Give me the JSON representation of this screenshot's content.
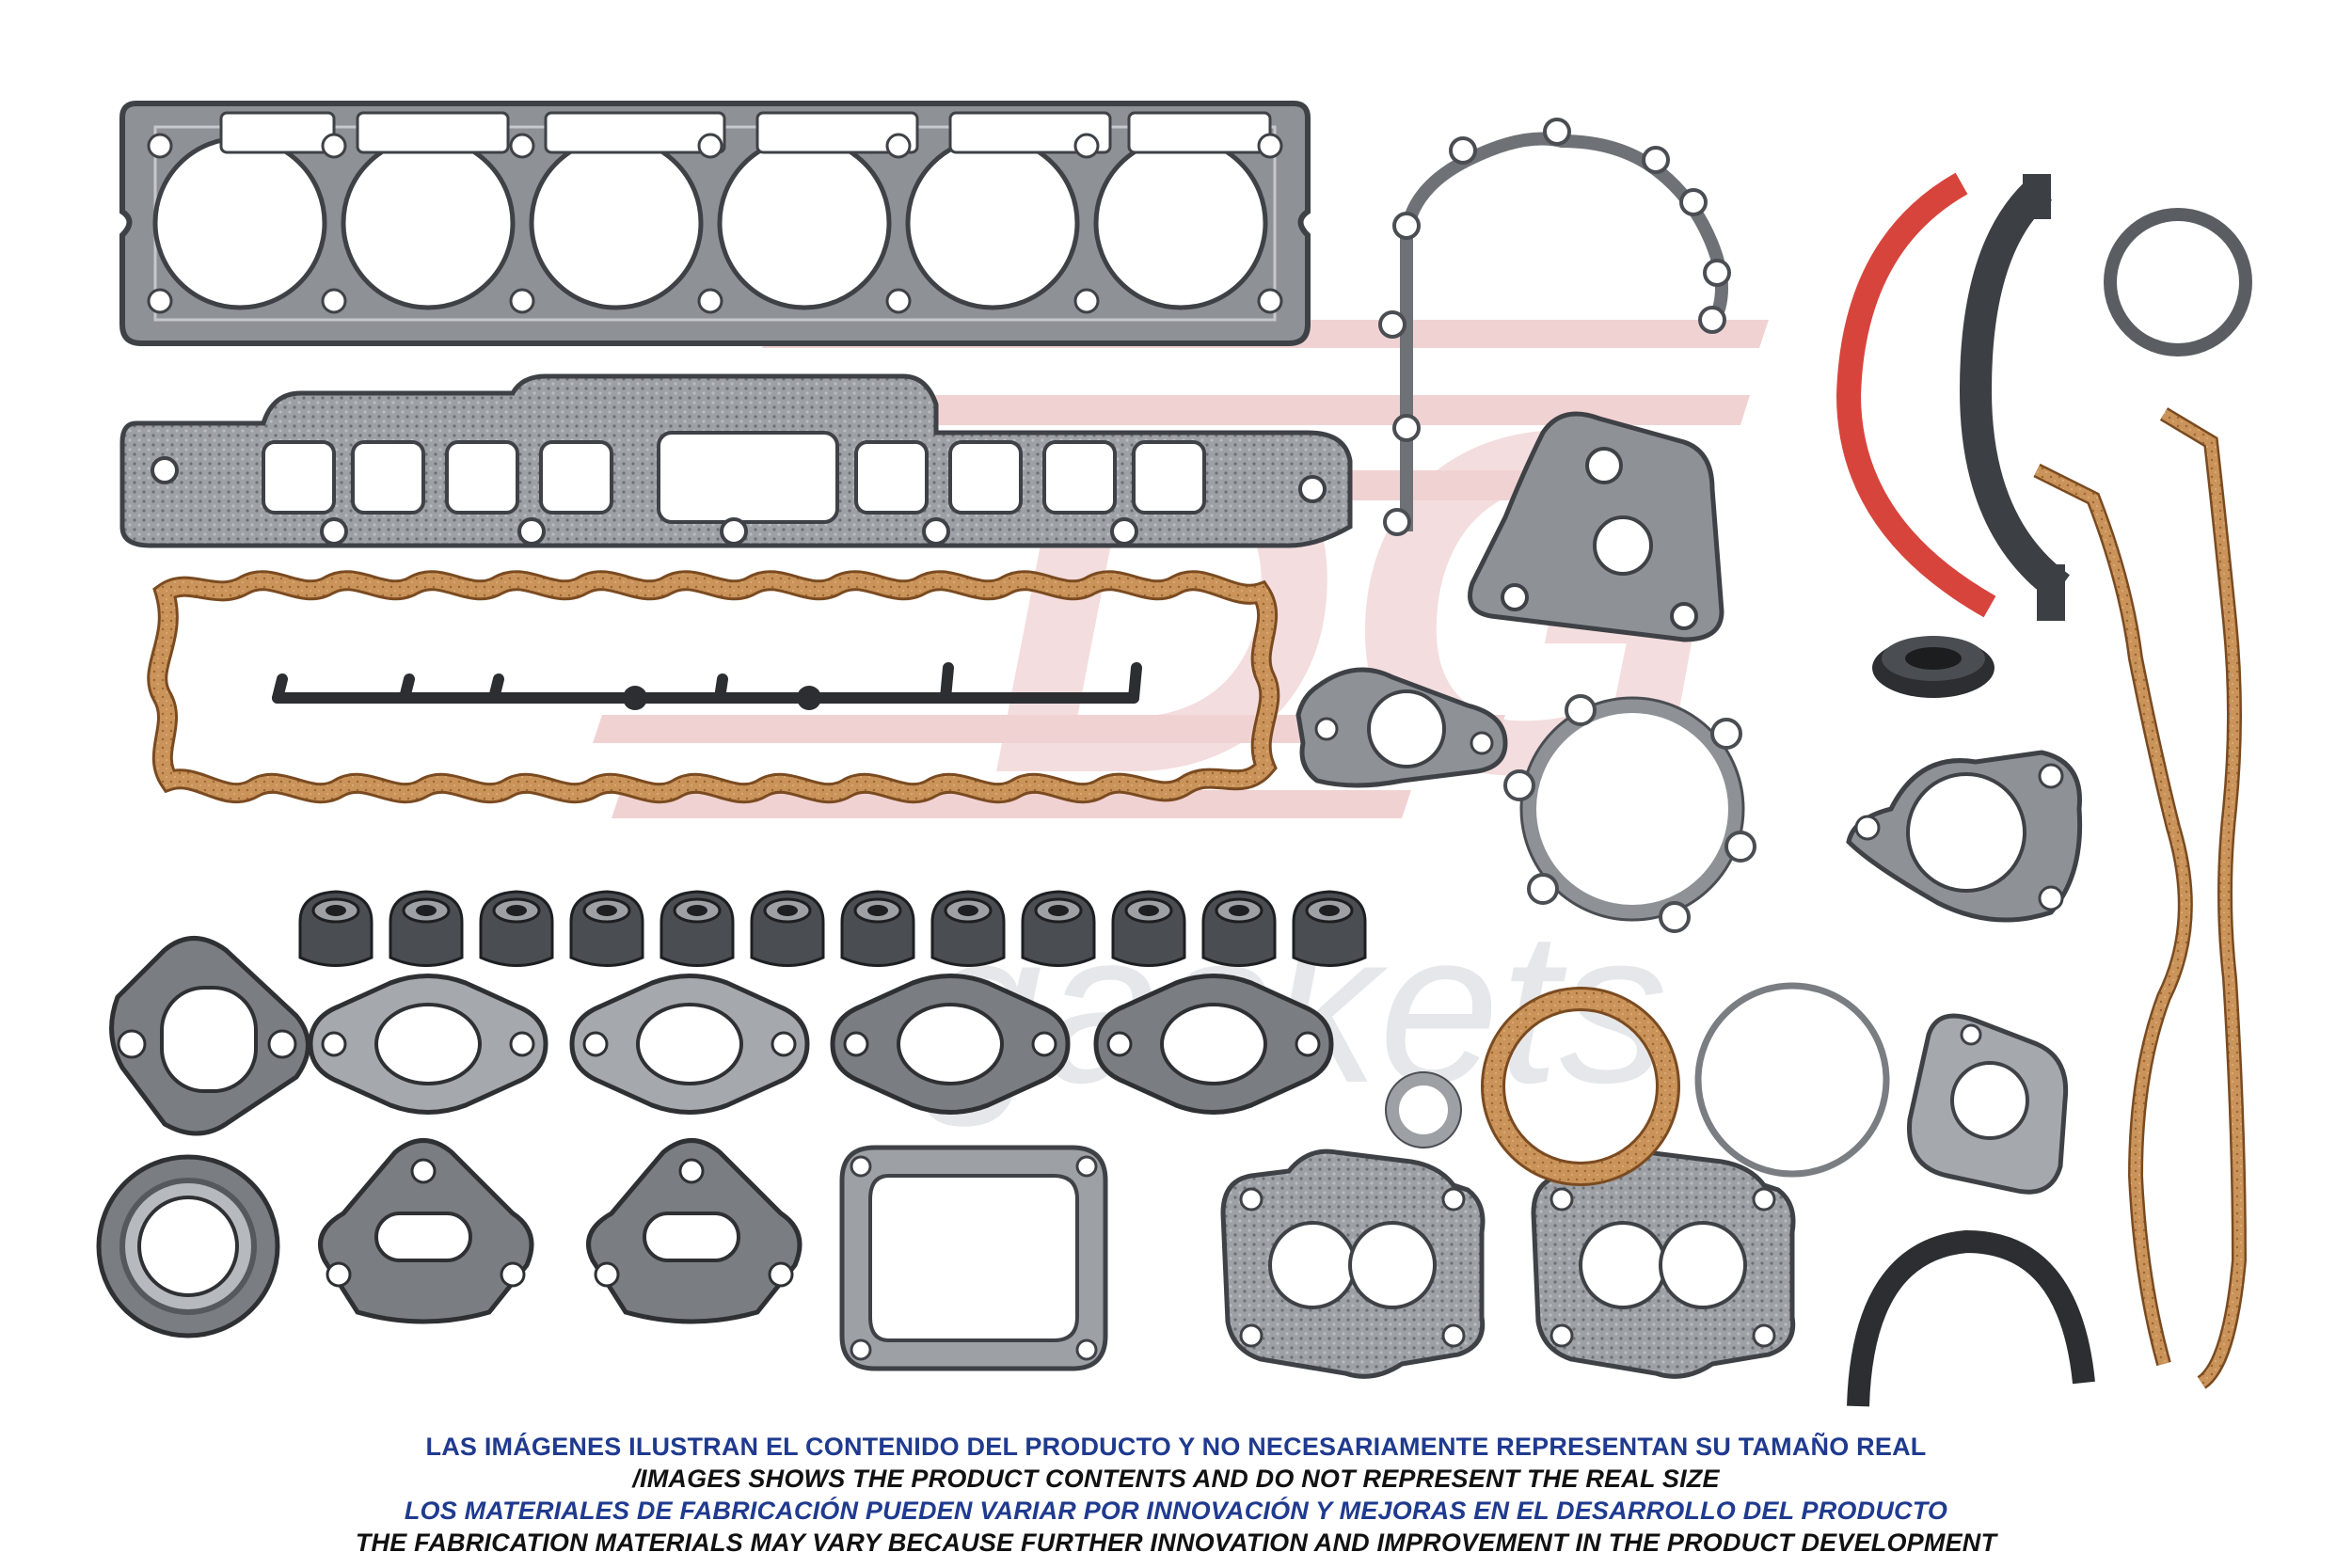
{
  "watermark": {
    "logo_letters": "DG",
    "wordmark": "gaskets",
    "registered_mark": "®"
  },
  "captions": [
    "LAS IMÁGENES ILUSTRAN EL CONTENIDO DEL PRODUCTO Y NO NECESARIAMENTE REPRESENTAN SU TAMAÑO REAL",
    "/IMAGES SHOWS THE PRODUCT CONTENTS AND DO NOT REPRESENT THE REAL SIZE",
    "LOS MATERIALES DE FABRICACIÓN PUEDEN VARIAR POR INNOVACIÓN Y MEJORAS EN EL DESARROLLO DEL PRODUCTO",
    "THE FABRICATION MATERIALS MAY VARY BECAUSE FURTHER INNOVATION AND IMPROVEMENT IN THE PRODUCT DEVELOPMENT"
  ],
  "colors": {
    "caption_blue": "#1f3a8f",
    "caption_black": "#111111",
    "steel": "#8c8f94",
    "steel_dark": "#4a4d52",
    "fiber": "#6e7176",
    "cork": "#c9935a",
    "cork_edge": "#7a4a20",
    "rubber_red": "#d7443c",
    "rubber_black": "#2c2e31",
    "watermark_red": "#f1d2d3",
    "watermark_gray": "#e6e7ea"
  },
  "parts": {
    "valve_stem_seal_count": 12
  }
}
